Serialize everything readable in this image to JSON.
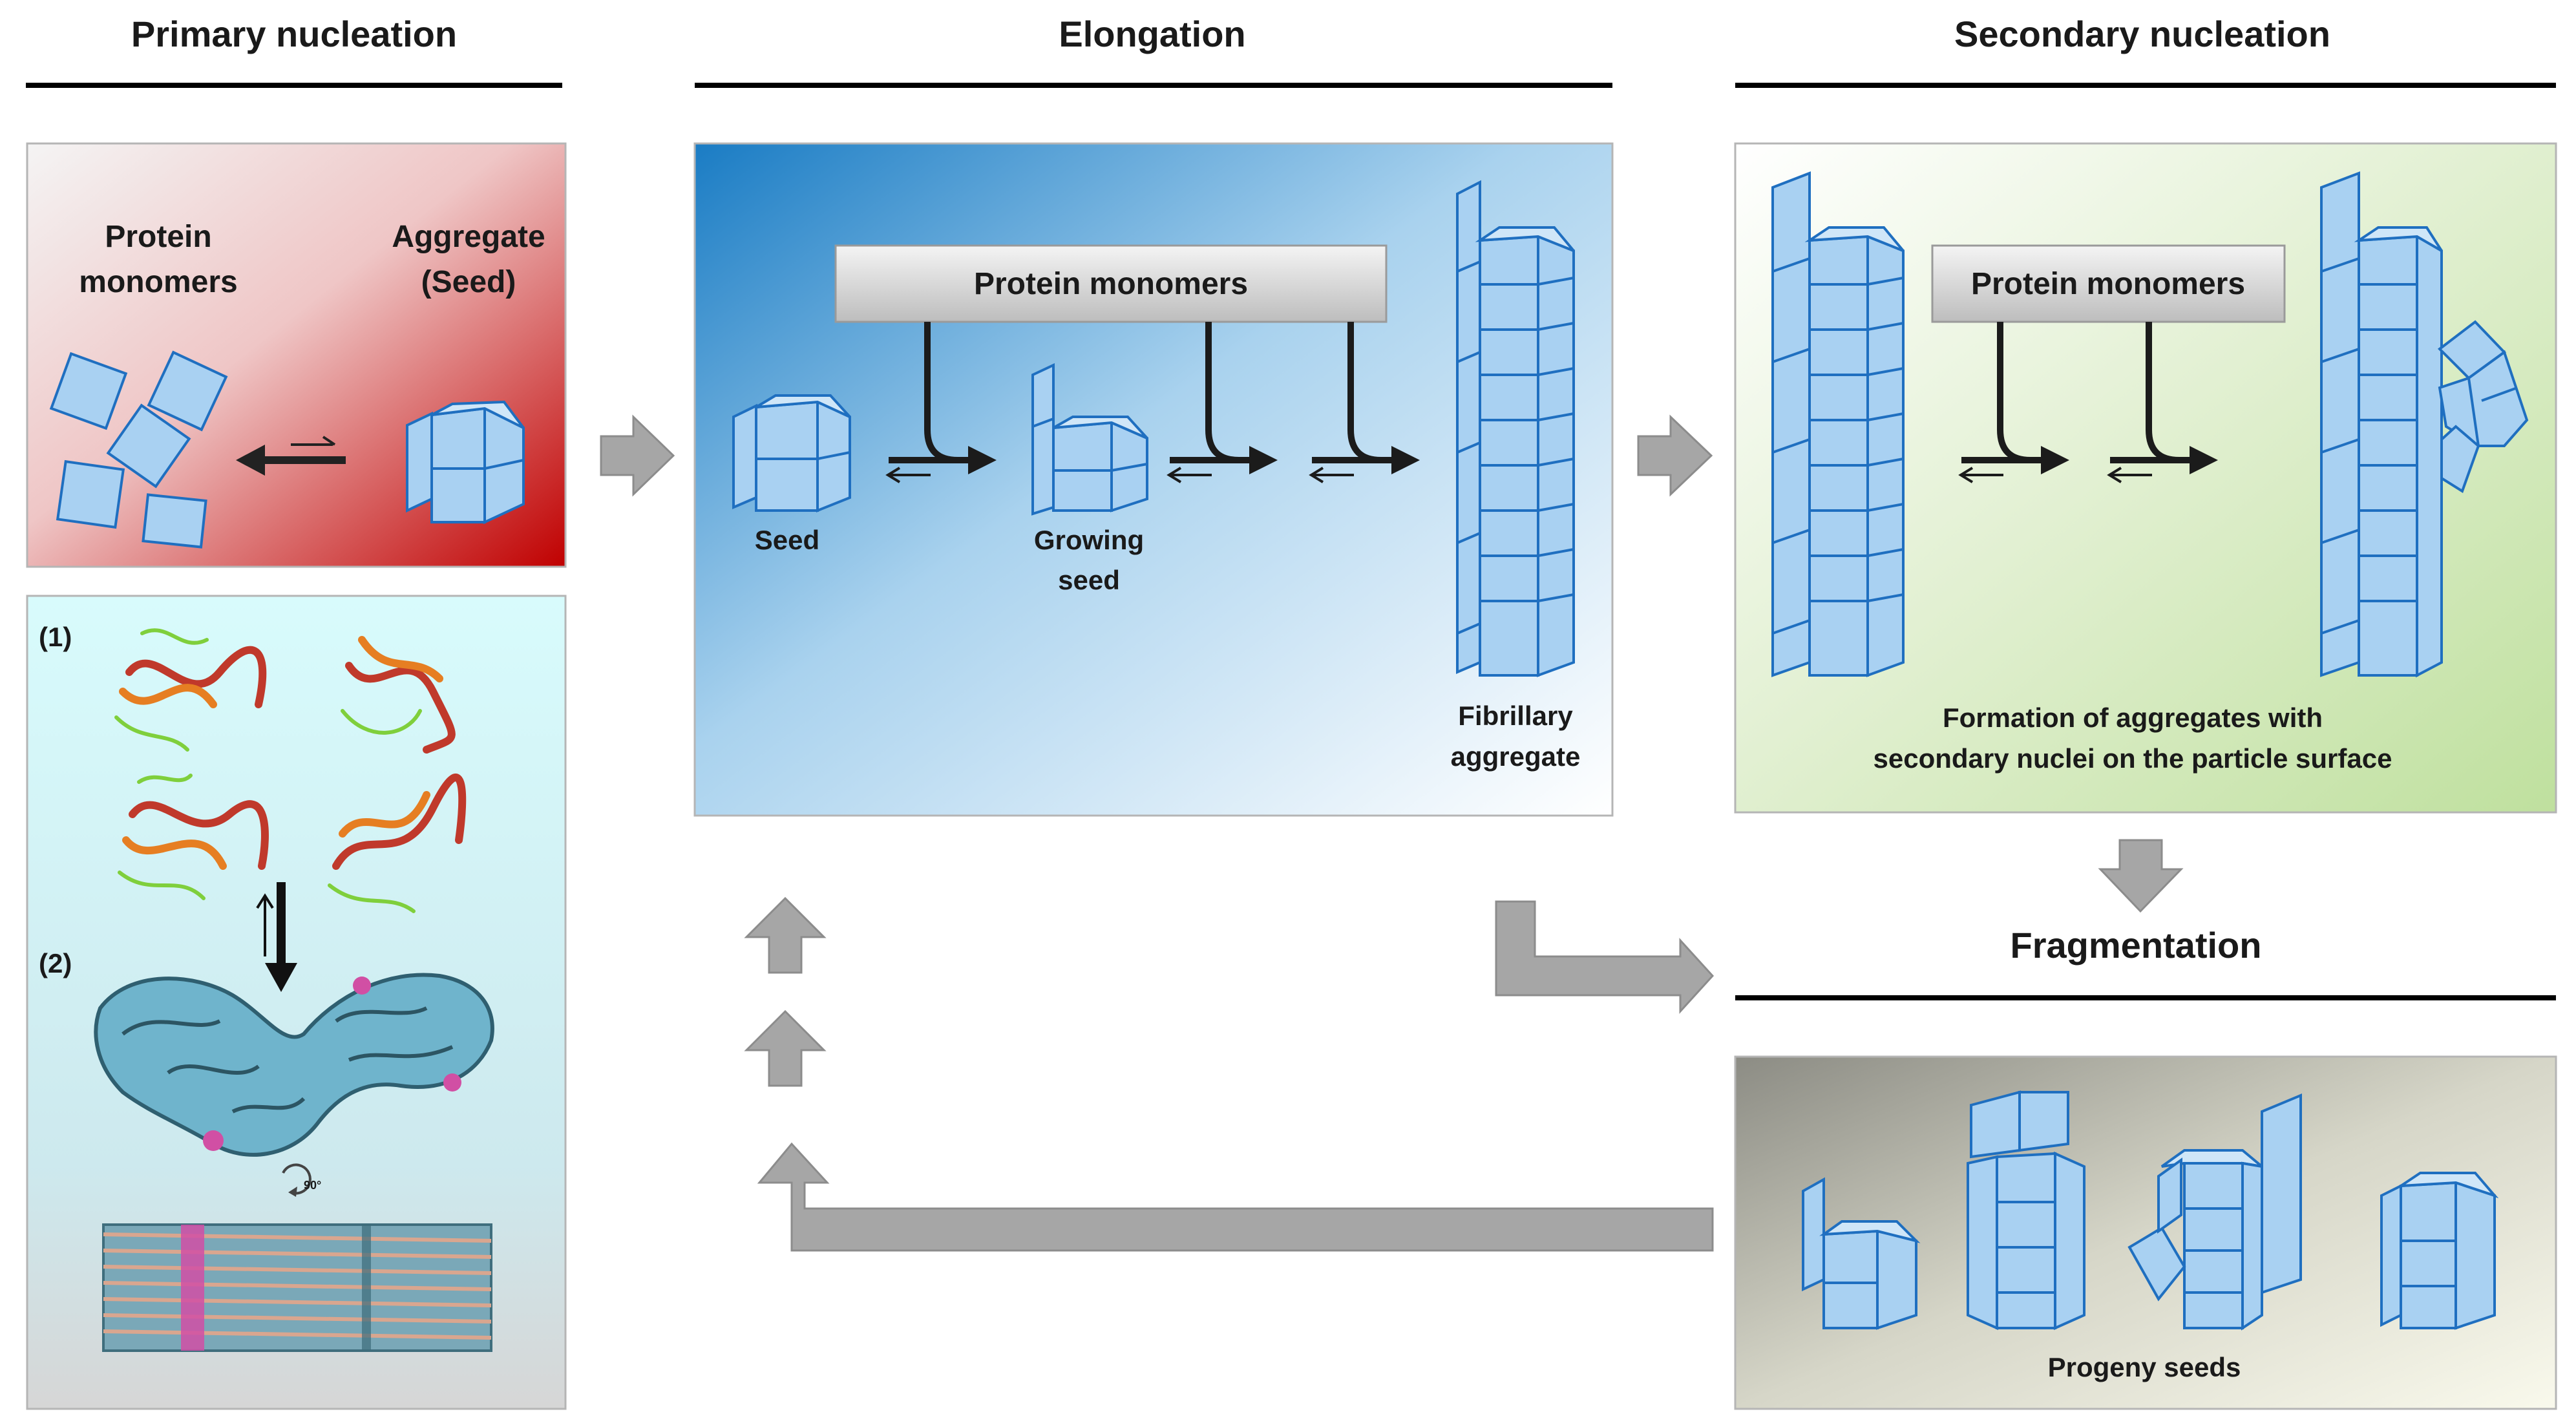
{
  "headers": {
    "primary": "Primary nucleation",
    "elongation": "Elongation",
    "secondary": "Secondary nucleation",
    "fragmentation": "Fragmentation"
  },
  "primary_panel": {
    "monomers_line1": "Protein",
    "monomers_line2": "monomers",
    "aggregate_line1": "Aggregate",
    "aggregate_line2": "(Seed)"
  },
  "structure_panel": {
    "label_1": "(1)",
    "label_2": "(2)",
    "rotation": "90°"
  },
  "elongation_panel": {
    "monomer_bar": "Protein monomers",
    "seed": "Seed",
    "growing_line1": "Growing",
    "growing_line2": "seed",
    "fibril_line1": "Fibrillary",
    "fibril_line2": "aggregate"
  },
  "secondary_panel": {
    "monomer_bar": "Protein monomers",
    "caption_line1": "Formation of aggregates with",
    "caption_line2": "secondary nuclei on the particle surface"
  },
  "fragmentation_panel": {
    "caption": "Progeny seeds"
  },
  "colors": {
    "block_fill": "#a9d1f2",
    "block_stroke": "#1f6fc0",
    "arrow_gray": "#a6a6a6",
    "primary_panel_red": "#c00000",
    "elongation_blue": "#1a7cc4",
    "secondary_green": "#c4e3a4",
    "fragmentation_olive": "#8c8c84"
  }
}
